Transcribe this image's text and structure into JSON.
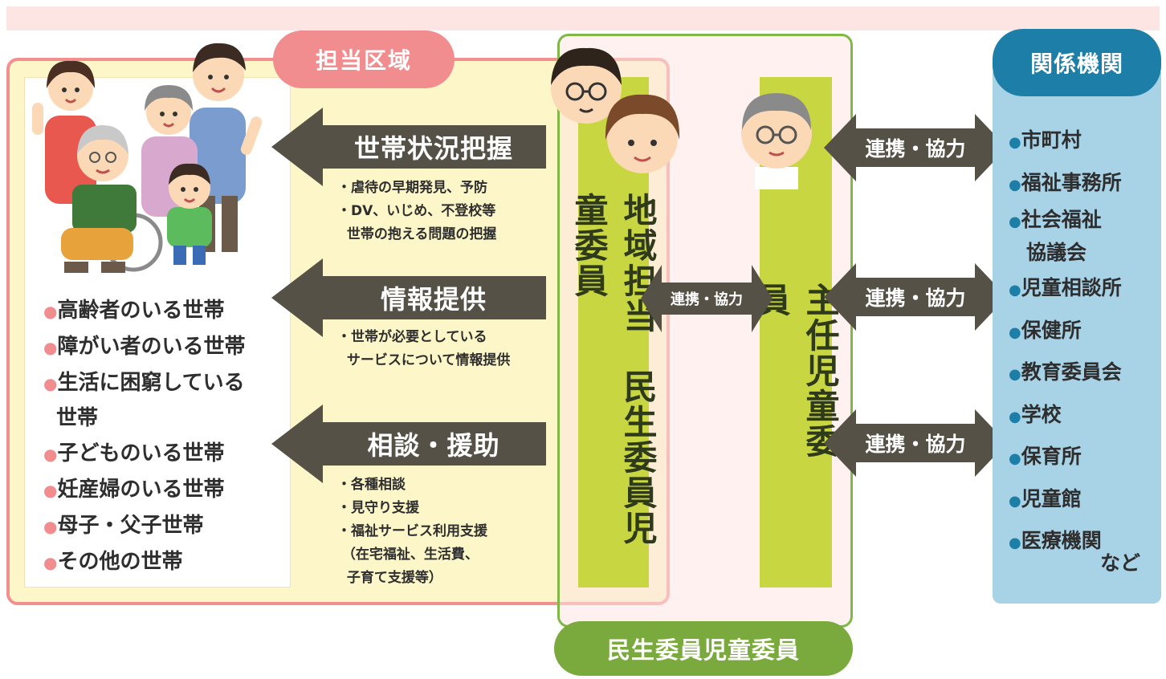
{
  "title_band": "",
  "district_label": "担当区域",
  "households": {
    "items": [
      "高齢者のいる世帯",
      "障がい者のいる世帯",
      "生活に困窮している",
      "世帯",
      "子どものいる世帯",
      "妊産婦のいる世帯",
      "母子・父子世帯",
      "その他の世帯"
    ]
  },
  "actions": [
    {
      "label": "世帯状況把握",
      "notes": "・虐待の早期発見、予防\n・DV、いじめ、不登校等\n  世帯の抱える問題の把握"
    },
    {
      "label": "情報提供",
      "notes": "・世帯が必要としている\n  サービスについて情報提供"
    },
    {
      "label": "相談・援助",
      "notes": "・各種相談\n・見守り支援\n・福祉サービス利用支援\n （在宅福祉、生活費、\n  子育て支援等）"
    }
  ],
  "local_commissioner": "地域担当　民生委員児童委員",
  "chief_commissioner": "主任児童委員",
  "coop_label": "連携・協力",
  "group_label": "民生委員児童委員",
  "agencies": {
    "title": "関係機関",
    "items": [
      "市町村",
      "福祉事務所",
      "社会福祉",
      "協議会",
      "児童相談所",
      "保健所",
      "教育委員会",
      "学校",
      "保育所",
      "児童館",
      "医療機関"
    ],
    "suffix": "など"
  },
  "colors": {
    "district_border": "#f3908f",
    "district_fill": "#fdf6c8",
    "arrow": "#565146",
    "commissioner_column": "#c8d642",
    "group_border": "#7fb845",
    "agency_tab": "#1d7fa8",
    "agency_fill": "#a8d2e6"
  }
}
